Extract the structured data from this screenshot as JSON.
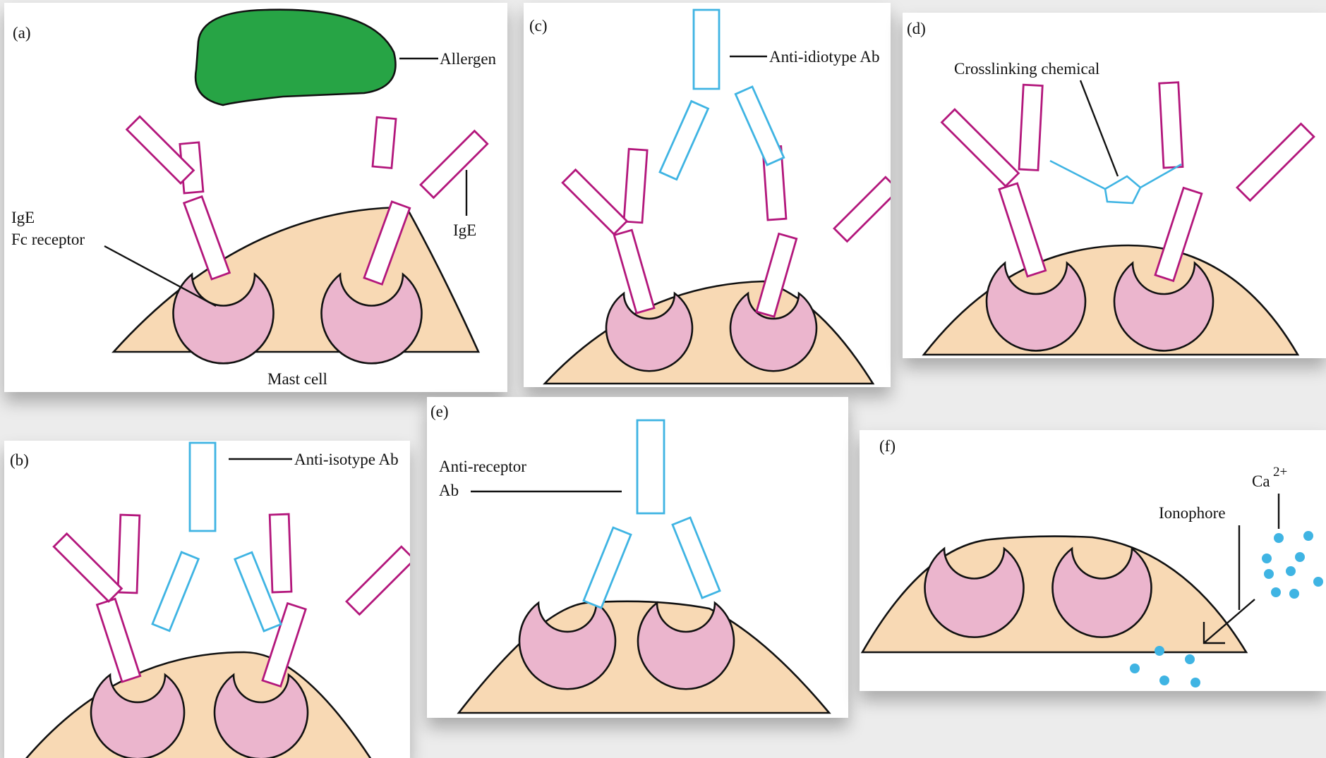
{
  "panels": {
    "a": {
      "label": "(a)",
      "allergen": "Allergen",
      "ige_receptor_line1": "IgE",
      "ige_receptor_line2": "Fc receptor",
      "ige": "IgE",
      "mast_cell": "Mast cell"
    },
    "b": {
      "label": "(b)",
      "antibody": "Anti-isotype Ab"
    },
    "c": {
      "label": "(c)",
      "antibody": "Anti-idiotype Ab"
    },
    "d": {
      "label": "(d)",
      "chemical": "Crosslinking chemical"
    },
    "e": {
      "label": "(e)",
      "antibody_line1": "Anti-receptor",
      "antibody_line2": "Ab"
    },
    "f": {
      "label": "(f)",
      "calcium": "Ca",
      "calcium_charge": "2+",
      "ionophore": "Ionophore"
    }
  },
  "colors": {
    "mast_cell": "#f8d9b4",
    "receptor": "#ebb5cd",
    "ige": "#b3177c",
    "antibody": "#3fb4e3",
    "allergen": "#27a445",
    "calcium": "#3fb4e3"
  }
}
